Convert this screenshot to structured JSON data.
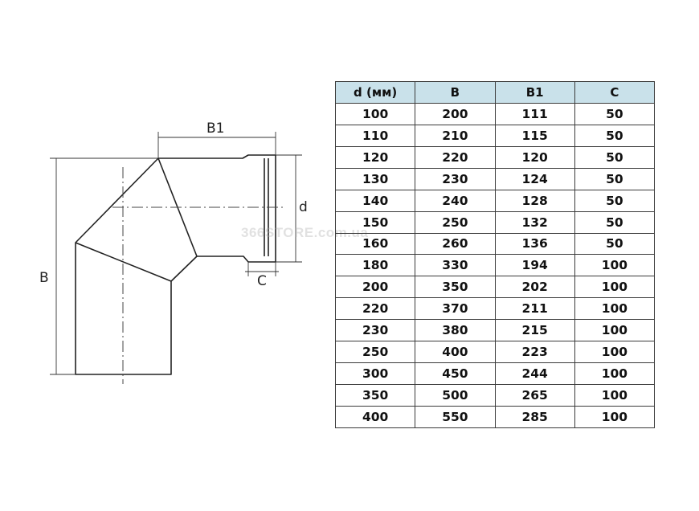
{
  "diagram": {
    "labels": {
      "b1": "B1",
      "b": "B",
      "d": "d",
      "c": "C"
    }
  },
  "watermark": "366STORE.com.ua",
  "table": {
    "headers": [
      "d (мм)",
      "B",
      "B1",
      "C"
    ],
    "rows": [
      [
        "100",
        "200",
        "111",
        "50"
      ],
      [
        "110",
        "210",
        "115",
        "50"
      ],
      [
        "120",
        "220",
        "120",
        "50"
      ],
      [
        "130",
        "230",
        "124",
        "50"
      ],
      [
        "140",
        "240",
        "128",
        "50"
      ],
      [
        "150",
        "250",
        "132",
        "50"
      ],
      [
        "160",
        "260",
        "136",
        "50"
      ],
      [
        "180",
        "330",
        "194",
        "100"
      ],
      [
        "200",
        "350",
        "202",
        "100"
      ],
      [
        "220",
        "370",
        "211",
        "100"
      ],
      [
        "230",
        "380",
        "215",
        "100"
      ],
      [
        "250",
        "400",
        "223",
        "100"
      ],
      [
        "300",
        "450",
        "244",
        "100"
      ],
      [
        "350",
        "500",
        "265",
        "100"
      ],
      [
        "400",
        "550",
        "285",
        "100"
      ]
    ]
  },
  "colors": {
    "header_bg": "#c9e1ea",
    "line": "#222222"
  }
}
